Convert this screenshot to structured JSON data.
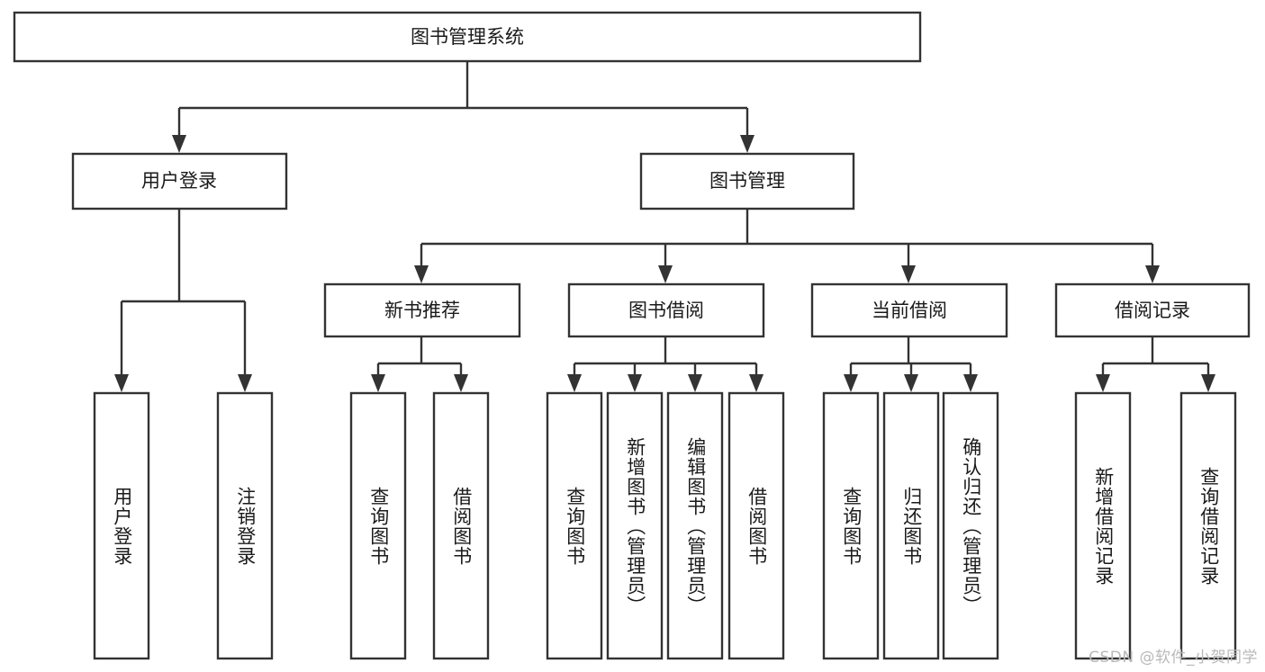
{
  "diagram": {
    "type": "tree",
    "title": "图书管理系统",
    "root": {
      "id": "root",
      "label": "图书管理系统",
      "orientation": "horizontal"
    },
    "level1": [
      {
        "id": "user-login",
        "label": "用户登录",
        "orientation": "horizontal"
      },
      {
        "id": "book-management",
        "label": "图书管理",
        "orientation": "horizontal"
      }
    ],
    "level2": [
      {
        "id": "new-book-recommend",
        "label": "新书推荐",
        "parent": "book-management",
        "orientation": "horizontal"
      },
      {
        "id": "book-borrow",
        "label": "图书借阅",
        "parent": "book-management",
        "orientation": "horizontal"
      },
      {
        "id": "current-borrow",
        "label": "当前借阅",
        "parent": "book-management",
        "orientation": "horizontal"
      },
      {
        "id": "borrow-record",
        "label": "借阅记录",
        "parent": "book-management",
        "orientation": "horizontal"
      }
    ],
    "leaves": [
      {
        "id": "leaf-user-login",
        "label": "用户登录",
        "parent": "user-login",
        "orientation": "vertical"
      },
      {
        "id": "leaf-user-logout",
        "label": "注销登录",
        "parent": "user-login",
        "orientation": "vertical"
      },
      {
        "id": "leaf-query-book-1",
        "label": "查询图书",
        "parent": "new-book-recommend",
        "orientation": "vertical"
      },
      {
        "id": "leaf-borrow-book-1",
        "label": "借阅图书",
        "parent": "new-book-recommend",
        "orientation": "vertical"
      },
      {
        "id": "leaf-query-book-2",
        "label": "查询图书",
        "parent": "book-borrow",
        "orientation": "vertical"
      },
      {
        "id": "leaf-add-book",
        "label": "新增图书（管理员）",
        "parent": "book-borrow",
        "orientation": "vertical"
      },
      {
        "id": "leaf-edit-book",
        "label": "编辑图书（管理员）",
        "parent": "book-borrow",
        "orientation": "vertical"
      },
      {
        "id": "leaf-borrow-book-2",
        "label": "借阅图书",
        "parent": "book-borrow",
        "orientation": "vertical"
      },
      {
        "id": "leaf-query-book-3",
        "label": "查询图书",
        "parent": "current-borrow",
        "orientation": "vertical"
      },
      {
        "id": "leaf-return-book",
        "label": "归还图书",
        "parent": "current-borrow",
        "orientation": "vertical"
      },
      {
        "id": "leaf-confirm-return",
        "label": "确认归还（管理员）",
        "parent": "current-borrow",
        "orientation": "vertical"
      },
      {
        "id": "leaf-add-record",
        "label": "新增借阅记录",
        "parent": "borrow-record",
        "orientation": "vertical"
      },
      {
        "id": "leaf-query-record",
        "label": "查询借阅记录",
        "parent": "borrow-record",
        "orientation": "vertical"
      }
    ]
  },
  "watermark": {
    "text": "CSDN @软件_小贺同学"
  },
  "colors": {
    "box_fill": "#ffffff",
    "box_stroke": "#333333",
    "text": "#1a1a1a",
    "background": "#ffffff",
    "watermark": "#b9b9b9"
  }
}
